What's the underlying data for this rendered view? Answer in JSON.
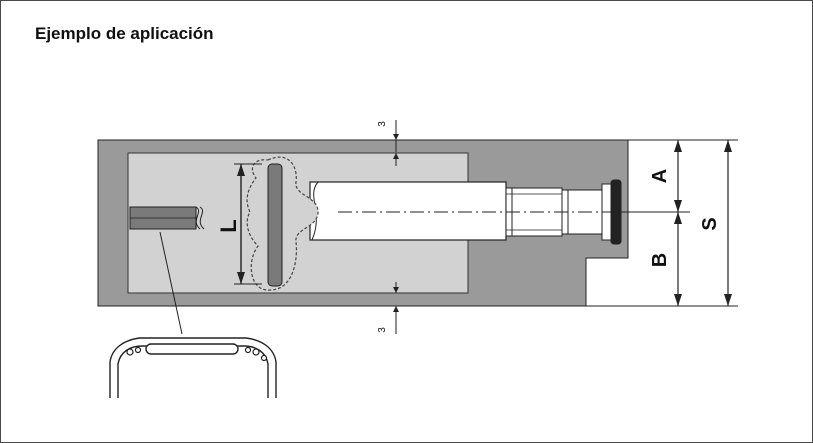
{
  "title": "Ejemplo de aplicación",
  "diagram": {
    "label_L": "L",
    "label_A": "A",
    "label_B": "B",
    "label_S": "S",
    "gap_top": "3",
    "gap_bottom": "3"
  },
  "colors": {
    "wall": "#9a9a9a",
    "cavity": "#d2d2d2",
    "tube": "#ffffff",
    "bar": "#7a7a7a"
  }
}
